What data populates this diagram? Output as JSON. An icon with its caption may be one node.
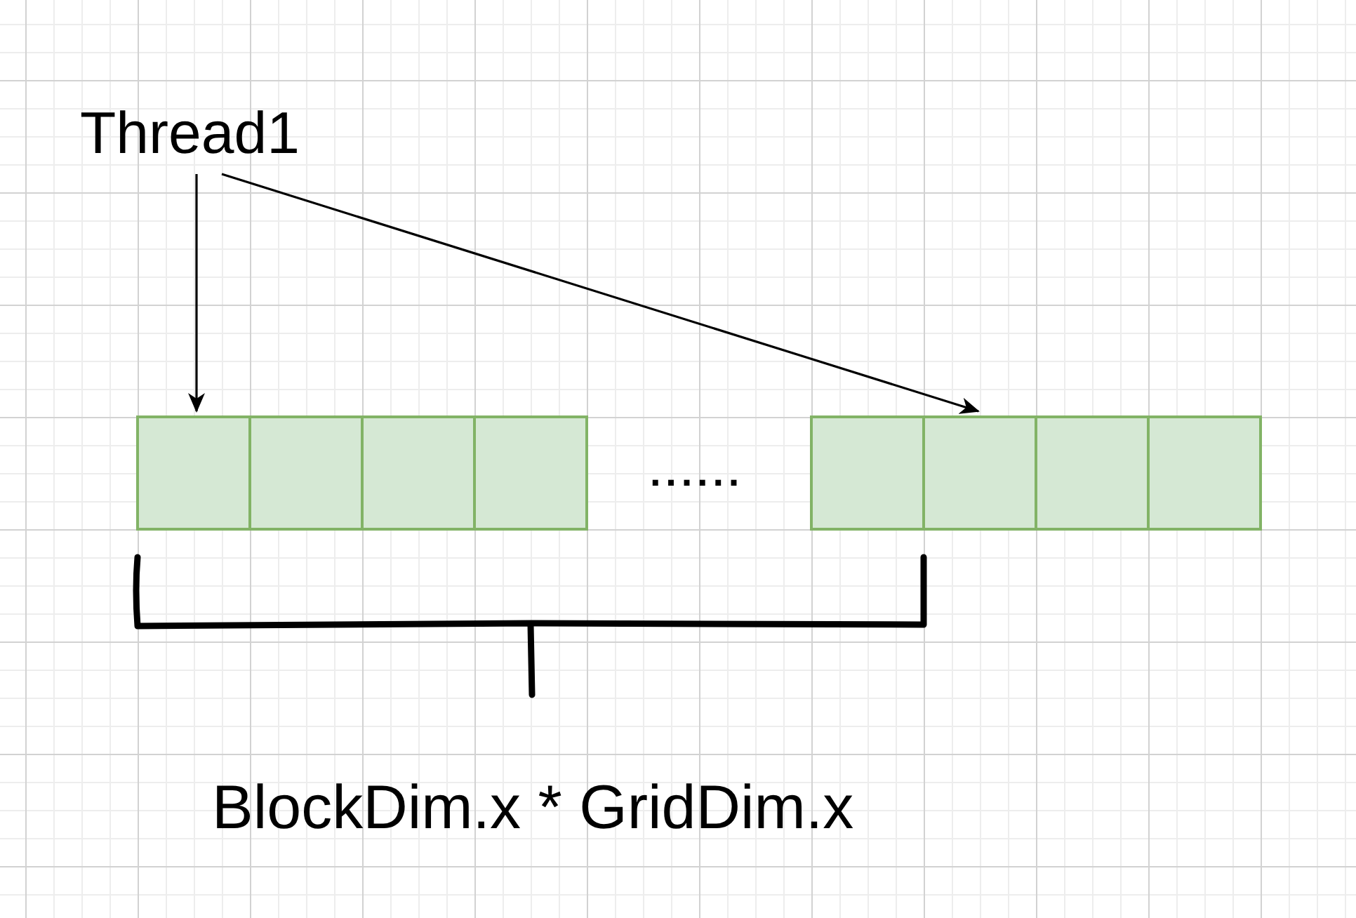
{
  "diagram": {
    "nodes": [
      {
        "text": [
          "Thread1"
        ]
      },
      {
        "text": [],
        "shape": "box"
      },
      {
        "text": [],
        "shape": "box"
      },
      {
        "text": [],
        "shape": "box"
      },
      {
        "text": [],
        "shape": "box"
      },
      {
        "text": [],
        "shape": "box"
      },
      {
        "text": [],
        "shape": "box"
      },
      {
        "text": [],
        "shape": "box"
      },
      {
        "text": [],
        "shape": "box"
      }
    ],
    "edges": [
      {
        "from": 0,
        "to": 1,
        "arrow": "to"
      },
      {
        "from": 0,
        "to": 6,
        "arrow": "to"
      }
    ],
    "labels": [
      "......",
      "BlockDim.x * GridDim.x"
    ]
  }
}
